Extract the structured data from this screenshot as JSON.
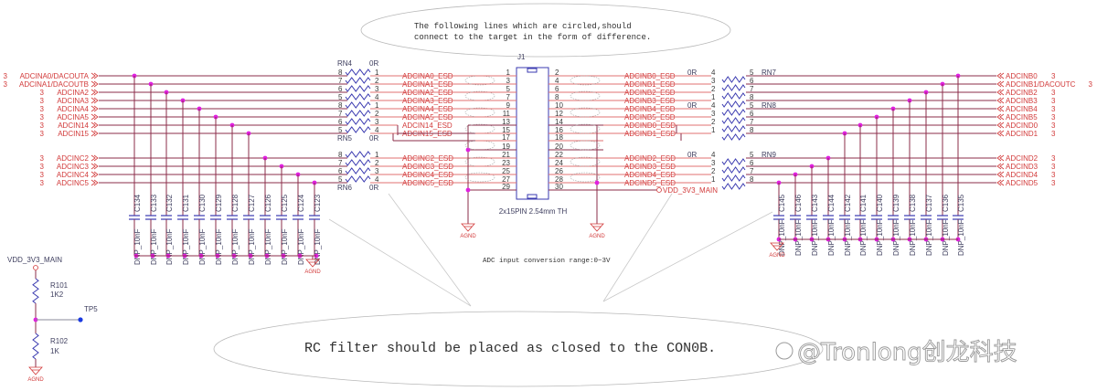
{
  "notes": {
    "top_line1": "The following lines which are circled,should",
    "top_line2": "connect to the target in the form of difference.",
    "adc_range": "ADC input conversion range:0~3V",
    "bottom": "RC filter should be placed as closed to the CON0B."
  },
  "watermark": "@Tronlong创龙科技",
  "connector": {
    "ref": "J1",
    "footprint": "2x15PIN 2.54mm TH",
    "pins_odd": [
      "1",
      "3",
      "5",
      "7",
      "9",
      "11",
      "13",
      "15",
      "17",
      "19",
      "21",
      "23",
      "25",
      "27",
      "29"
    ],
    "pins_even": [
      "2",
      "4",
      "6",
      "8",
      "10",
      "12",
      "14",
      "16",
      "18",
      "20",
      "22",
      "24",
      "26",
      "28",
      "30"
    ],
    "power_net": "VDD_3V3_MAIN"
  },
  "left_ports": [
    {
      "sheet": "3",
      "name": "ADCINA0/DACOUTA"
    },
    {
      "sheet": "3",
      "name": "ADCINA1/DACOUTB"
    },
    {
      "sheet": "3",
      "name": "ADCINA2"
    },
    {
      "sheet": "3",
      "name": "ADCINA3"
    },
    {
      "sheet": "3",
      "name": "ADCINA4"
    },
    {
      "sheet": "3",
      "name": "ADCINA5"
    },
    {
      "sheet": "3",
      "name": "ADCIN14"
    },
    {
      "sheet": "3",
      "name": "ADCIN15"
    },
    {
      "sheet": "3",
      "name": "ADCINC2"
    },
    {
      "sheet": "3",
      "name": "ADCINC3"
    },
    {
      "sheet": "3",
      "name": "ADCINC4"
    },
    {
      "sheet": "3",
      "name": "ADCINC5"
    }
  ],
  "left_esd_nets": [
    "ADCINA0_ESD",
    "ADCINA1_ESD",
    "ADCINA2_ESD",
    "ADCINA3_ESD",
    "ADCINA4_ESD",
    "ADCINA5_ESD",
    "ADCIN14_ESD",
    "ADCIN15_ESD",
    "ADCINC2_ESD",
    "ADCINC3_ESD",
    "ADCINC4_ESD",
    "ADCINC5_ESD"
  ],
  "right_ports": [
    {
      "sheet": "3",
      "name": "ADCINB0"
    },
    {
      "sheet": "3",
      "name": "ADCINB1/DACOUTC"
    },
    {
      "sheet": "3",
      "name": "ADCINB2"
    },
    {
      "sheet": "3",
      "name": "ADCINB3"
    },
    {
      "sheet": "3",
      "name": "ADCINB4"
    },
    {
      "sheet": "3",
      "name": "ADCINB5"
    },
    {
      "sheet": "3",
      "name": "ADCIND0"
    },
    {
      "sheet": "3",
      "name": "ADCIND1"
    },
    {
      "sheet": "3",
      "name": "ADCIND2"
    },
    {
      "sheet": "3",
      "name": "ADCIND3"
    },
    {
      "sheet": "3",
      "name": "ADCIND4"
    },
    {
      "sheet": "3",
      "name": "ADCIND5"
    }
  ],
  "right_esd_nets": [
    "ADCINB0_ESD",
    "ADCINB1_ESD",
    "ADCINB2_ESD",
    "ADCINB3_ESD",
    "ADCINB4_ESD",
    "ADCINB5_ESD",
    "ADCIND0_ESD",
    "ADCIND1_ESD",
    "ADCIND2_ESD",
    "ADCIND3_ESD",
    "ADCIND4_ESD",
    "ADCIND5_ESD"
  ],
  "resistor_networks": {
    "left": [
      {
        "ref": "RN4",
        "value": "0R",
        "pins_left": [
          "8",
          "7",
          "6",
          "5"
        ],
        "pins_right": [
          "1",
          "2",
          "3",
          "4"
        ]
      },
      {
        "ref": "RN5",
        "value": "0R",
        "pins_left": [
          "8",
          "7",
          "6",
          "5"
        ],
        "pins_right": [
          "1",
          "2",
          "3",
          "4"
        ]
      },
      {
        "ref": "RN6",
        "value": "0R",
        "pins_left": [
          "8",
          "7",
          "6",
          "5"
        ],
        "pins_right": [
          "1",
          "2",
          "3",
          "4"
        ]
      }
    ],
    "right": [
      {
        "ref": "RN7",
        "value": "0R",
        "pins_left": [
          "4",
          "3",
          "2",
          "1"
        ],
        "pins_right": [
          "5",
          "6",
          "7",
          "8"
        ]
      },
      {
        "ref": "RN8",
        "value": "0R",
        "pins_left": [
          "4",
          "3",
          "2",
          "1"
        ],
        "pins_right": [
          "5",
          "6",
          "7",
          "8"
        ]
      },
      {
        "ref": "RN9",
        "value": "0R",
        "pins_left": [
          "4",
          "3",
          "2",
          "1"
        ],
        "pins_right": [
          "5",
          "6",
          "7",
          "8"
        ]
      }
    ]
  },
  "capacitors": {
    "left": [
      "C134",
      "C133",
      "C132",
      "C131",
      "C130",
      "C129",
      "C128",
      "C127",
      "C126",
      "C125",
      "C124",
      "C123"
    ],
    "right": [
      "C145",
      "C146",
      "C143",
      "C144",
      "C142",
      "C141",
      "C140",
      "C139",
      "C138",
      "C137",
      "C136",
      "C135"
    ],
    "value_label": "DNP_10nF"
  },
  "ground_label": "AGND",
  "divider": {
    "supply": "VDD_3V3_MAIN",
    "r_top": {
      "ref": "R101",
      "value": "1K2"
    },
    "r_bottom": {
      "ref": "R102",
      "value": "1K"
    },
    "testpoint": "TP5"
  },
  "colors": {
    "wire": "#8b2c4a",
    "wire_highlight": "#e07070",
    "net_label": "#d23a3a",
    "junction": "#e020e0",
    "component": "#3a3ab0",
    "testpoint": "#1a3ae0"
  }
}
